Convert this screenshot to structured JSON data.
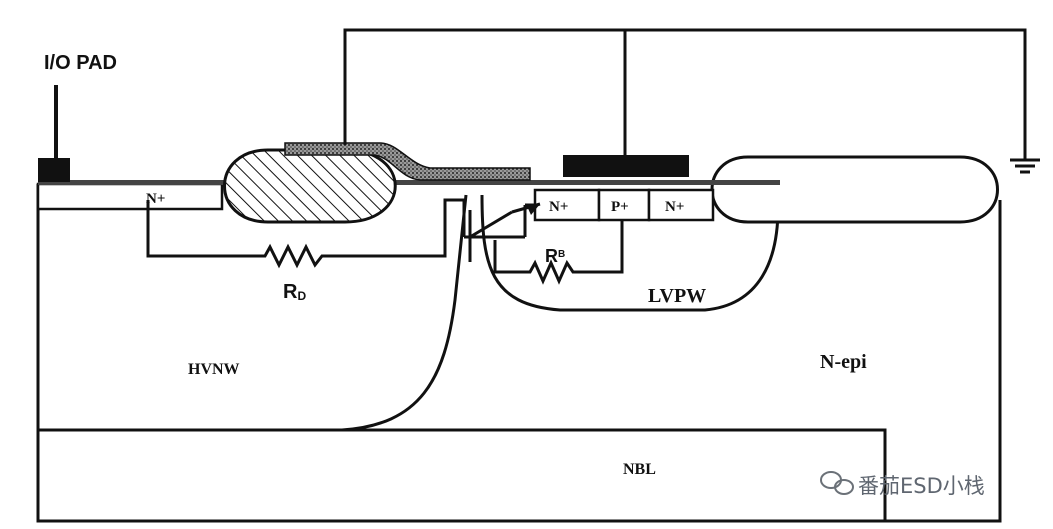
{
  "labels": {
    "io_pad": "I/O PAD",
    "n_plus_drain": "N+",
    "n_plus_source": "N+",
    "p_plus": "P+",
    "n_plus_right": "N+",
    "rd_main": "R",
    "rd_sub": "D",
    "rb_main": "R",
    "rb_sub": "B",
    "lvpw": "LVPW",
    "hvnw": "HVNW",
    "n_epi": "N-epi",
    "nbl": "NBL"
  },
  "watermark": {
    "text": "番茄ESD小栈",
    "icon": "wechat-icon"
  },
  "colors": {
    "line": "#111111",
    "background": "#ffffff",
    "watermark": "#5f6670"
  }
}
